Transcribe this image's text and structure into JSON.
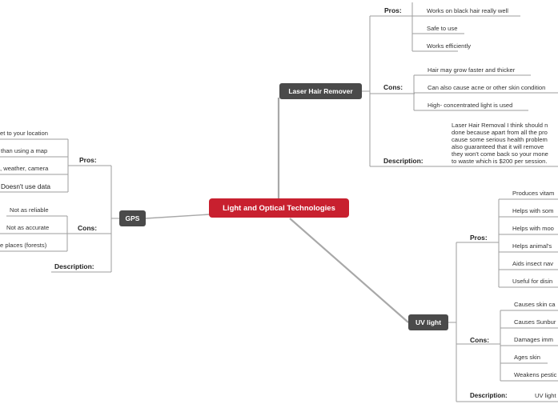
{
  "root": {
    "label": "Light and Optical Technologies"
  },
  "laser": {
    "label": "Laser Hair Remover",
    "pros_label": "Pros:",
    "pros": [
      "Works on black hair really well",
      "Safe to use",
      "Works efficiently"
    ],
    "cons_label": "Cons:",
    "cons": [
      "Hair may grow faster and thicker",
      "Can also cause acne or other skin condition",
      "High- concentrated light is used"
    ],
    "desc_label": "Description:",
    "desc_lines": [
      "Laser Hair Removal I think should n",
      "done because apart from all the pro",
      "cause some serious health problem",
      "also guaranteed that it will remove",
      "they won't come back so your mone",
      "to waste which is $200 per session."
    ]
  },
  "gps": {
    "label": "GPS",
    "pros_label": "Pros:",
    "pros": [
      "et to your location",
      "than using a map",
      ", weather, camera",
      "Doesn't use data"
    ],
    "cons_label": "Cons:",
    "cons": [
      "Not as reliable",
      "Not as accurate",
      "e places (forests)"
    ],
    "desc_label": "Description:"
  },
  "uv": {
    "label": "UV light",
    "pros_label": "Pros:",
    "pros": [
      "Produces vitam",
      "Helps with som",
      "Helps with moo",
      "Helps animal's",
      "Aids insect nav",
      "Useful for disin"
    ],
    "cons_label": "Cons:",
    "cons": [
      "Causes skin ca",
      "Causes Sunbur",
      "Damages imm",
      "Ages skin",
      "Weakens pestic"
    ],
    "desc_label": "Description:",
    "desc_value": "UV light"
  },
  "colors": {
    "root": "#c8202f",
    "node": "#4a4a4a",
    "line": "#9e9e9e"
  }
}
